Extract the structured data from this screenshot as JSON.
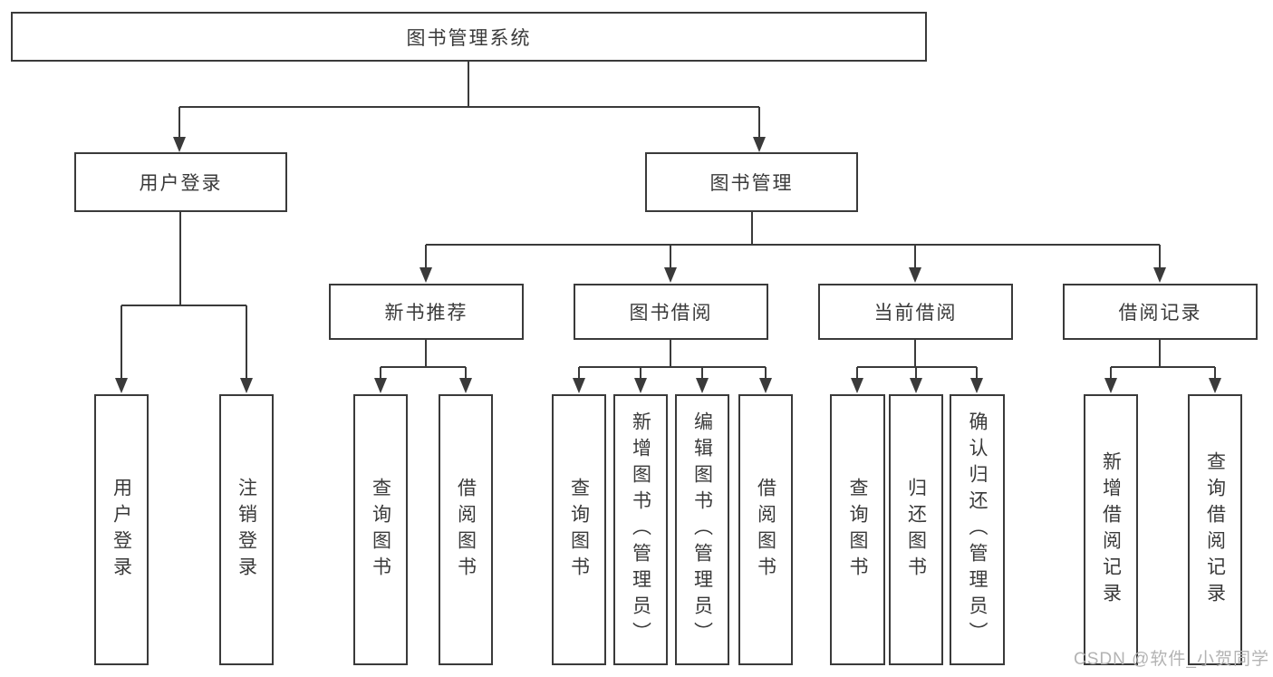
{
  "tree": {
    "root": {
      "label": "图书管理系统"
    },
    "user_login": {
      "label": "用户登录",
      "children": [
        {
          "label": "用户登录"
        },
        {
          "label": "注销登录"
        }
      ]
    },
    "book_management": {
      "label": "图书管理",
      "sections": [
        {
          "label": "新书推荐",
          "children": [
            {
              "label": "查询图书"
            },
            {
              "label": "借阅图书"
            }
          ]
        },
        {
          "label": "图书借阅",
          "children": [
            {
              "label": "查询图书"
            },
            {
              "label": "新增图书（管理员）"
            },
            {
              "label": "编辑图书（管理员）"
            },
            {
              "label": "借阅图书"
            }
          ]
        },
        {
          "label": "当前借阅",
          "children": [
            {
              "label": "查询图书"
            },
            {
              "label": "归还图书"
            },
            {
              "label": "确认归还（管理员）"
            }
          ]
        },
        {
          "label": "借阅记录",
          "children": [
            {
              "label": "新增借阅记录"
            },
            {
              "label": "查询借阅记录"
            }
          ]
        }
      ]
    }
  },
  "watermark": "CSDN @软件_小贺同学",
  "colors": {
    "line": "#3a3a3a",
    "box_border": "#3a3a3a",
    "box_background": "#ffffff",
    "text": "#3a3a3a",
    "watermark": "#b3b3b3",
    "page_background": "#ffffff"
  }
}
